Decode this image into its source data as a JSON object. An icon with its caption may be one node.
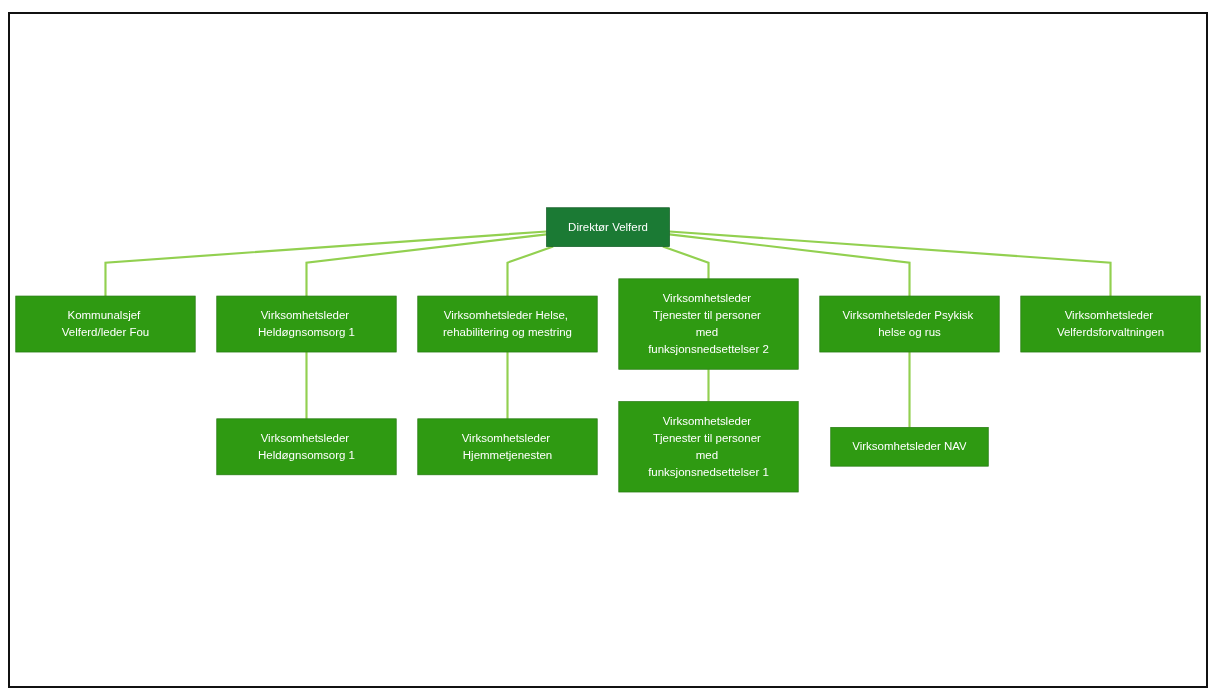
{
  "diagram": {
    "nodes": [
      {
        "text": [
          "Direktør Velferd"
        ]
      },
      {
        "text": [
          "Kommunalsjef Velferd/leder Fou"
        ]
      },
      {
        "text": [
          "Virksomhetsleder Heldøgnsomsorg 1"
        ]
      },
      {
        "text": [
          "Virksomhetsleder Heldøgnsomsorg 1"
        ]
      },
      {
        "text": [
          "Virksomhetsleder Helse, rehabilitering og mestring"
        ]
      },
      {
        "text": [
          "Virksomhetsleder Hjemmetjenesten"
        ]
      },
      {
        "text": [
          "Virksomhetsleder Tjenester til personer med funksjonsnedsettelser 1"
        ]
      },
      {
        "text": [
          "Virksomhetsleder Tjenester til personer med funksjonsnedsettelser 2"
        ]
      },
      {
        "text": [
          "Virksomhetsleder Psykisk helse og rus"
        ]
      },
      {
        "text": [
          "Virksomhetsleder NAV"
        ]
      },
      {
        "text": [
          "Virksomhetsleder Velferdsforvaltningen"
        ]
      }
    ],
    "edges": [
      {
        "from": 0,
        "to": 1,
        "arrow": "none"
      },
      {
        "from": 0,
        "to": 3,
        "arrow": "none"
      },
      {
        "from": 0,
        "to": 4,
        "arrow": "none"
      },
      {
        "from": 0,
        "to": 7,
        "arrow": "none"
      },
      {
        "from": 0,
        "to": 8,
        "arrow": "none"
      },
      {
        "from": 0,
        "to": 10,
        "arrow": "none"
      },
      {
        "from": 3,
        "to": 2,
        "arrow": "none"
      },
      {
        "from": 4,
        "to": 5,
        "arrow": "none"
      },
      {
        "from": 7,
        "to": 6,
        "arrow": "none"
      },
      {
        "from": 8,
        "to": 9,
        "arrow": "none"
      }
    ]
  }
}
